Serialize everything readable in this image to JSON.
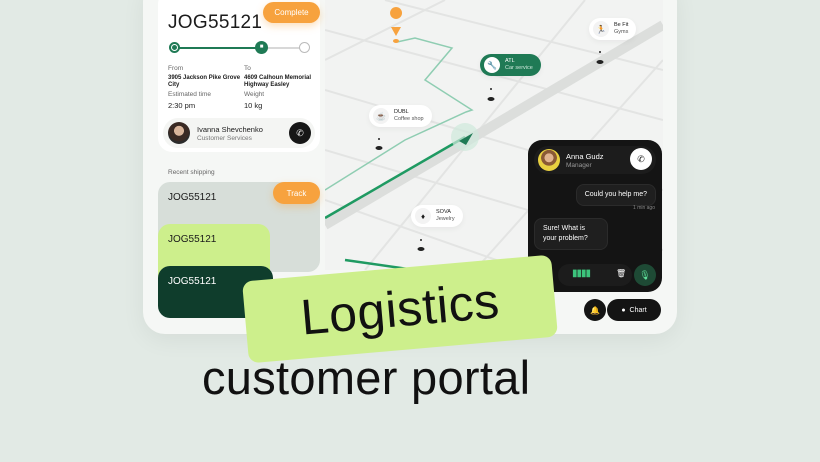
{
  "shipment": {
    "id": "JOG55121",
    "status_button": "Complete",
    "from_label": "From",
    "from_value": "3905 Jackson Pike Grove City",
    "to_label": "To",
    "to_value": "4609 Calhoun Memorial Highway Easley",
    "eta_label": "Estimated time",
    "eta_value": "2:30 pm",
    "weight_label": "Weight",
    "weight_value": "10 kg"
  },
  "agent": {
    "name": "Ivanna Shevchenko",
    "role": "Customer Services"
  },
  "recent": {
    "title": "Recent shipping",
    "track_button": "Track",
    "items": [
      "JOG55121",
      "JOG55121",
      "JOG55121"
    ]
  },
  "map": {
    "pins": [
      {
        "name": "Be Fit",
        "sub": "Gyms"
      },
      {
        "name": "ATL",
        "sub": "Car service"
      },
      {
        "name": "DUBL",
        "sub": "Coffee shop"
      },
      {
        "name": "SOVA",
        "sub": "Jewelry"
      }
    ]
  },
  "chat": {
    "name": "Anna Gudz",
    "role": "Manager",
    "messages": [
      {
        "text": "Could you help me?",
        "time": "1 min ago"
      },
      {
        "text": "Sure! What is your problem?"
      }
    ],
    "chart_button": "Chart"
  },
  "hero": {
    "line1": "Logistics",
    "line2": "customer portal"
  },
  "colors": {
    "accent_orange": "#f7a23e",
    "brand_green": "#1f7a55",
    "lime": "#cdef8c",
    "dark_green": "#0f3d2c"
  }
}
